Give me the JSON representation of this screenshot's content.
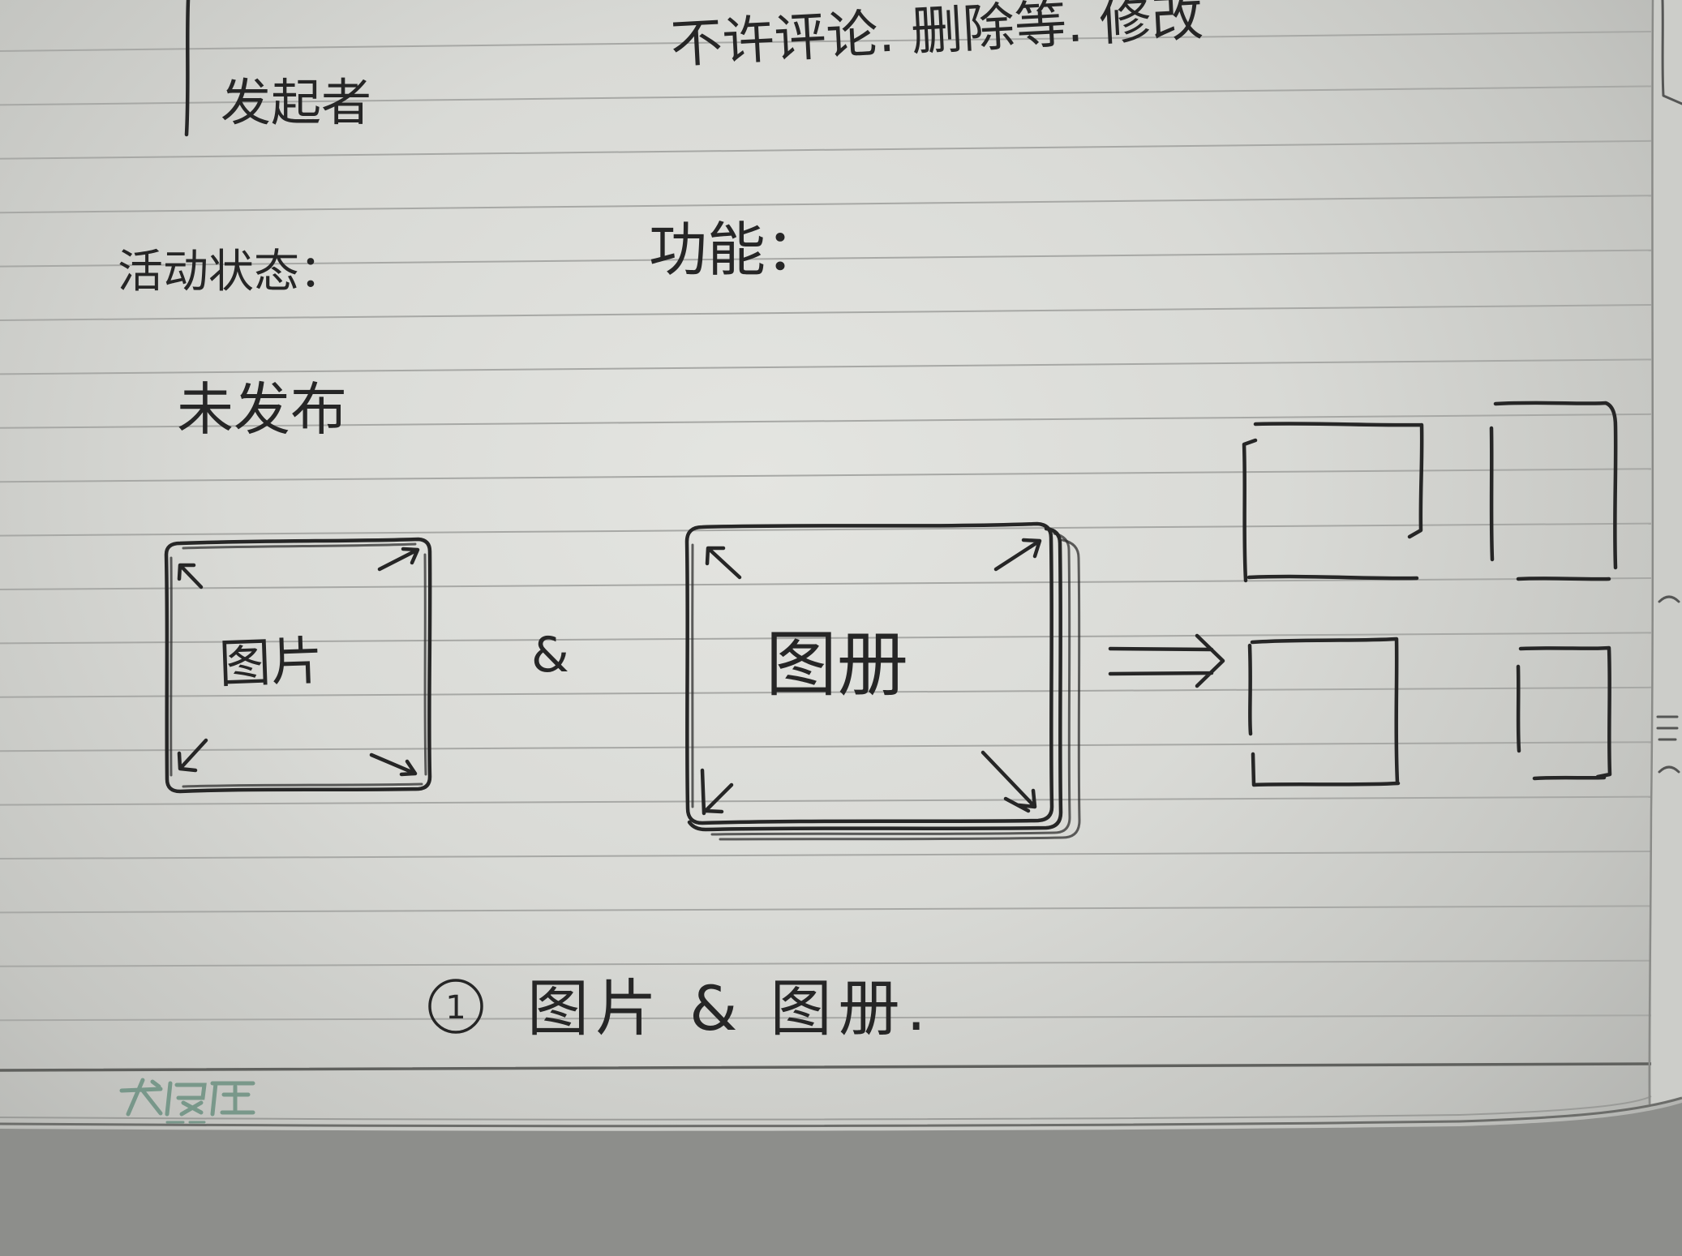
{
  "header": {
    "role_label": "发起者",
    "permissions": "不许评论. 删除等. 修改"
  },
  "activity": {
    "status_label": "活动状态：",
    "state": "未发布",
    "function_label": "功能："
  },
  "sketch": {
    "picture_label": "图片",
    "connector": "&",
    "album_label": "图册"
  },
  "note": {
    "number": "1",
    "text": "图片 & 图册."
  },
  "colors": {
    "ink": "#262626",
    "paper": "#dcddd9",
    "logo": "#6b8f80"
  }
}
